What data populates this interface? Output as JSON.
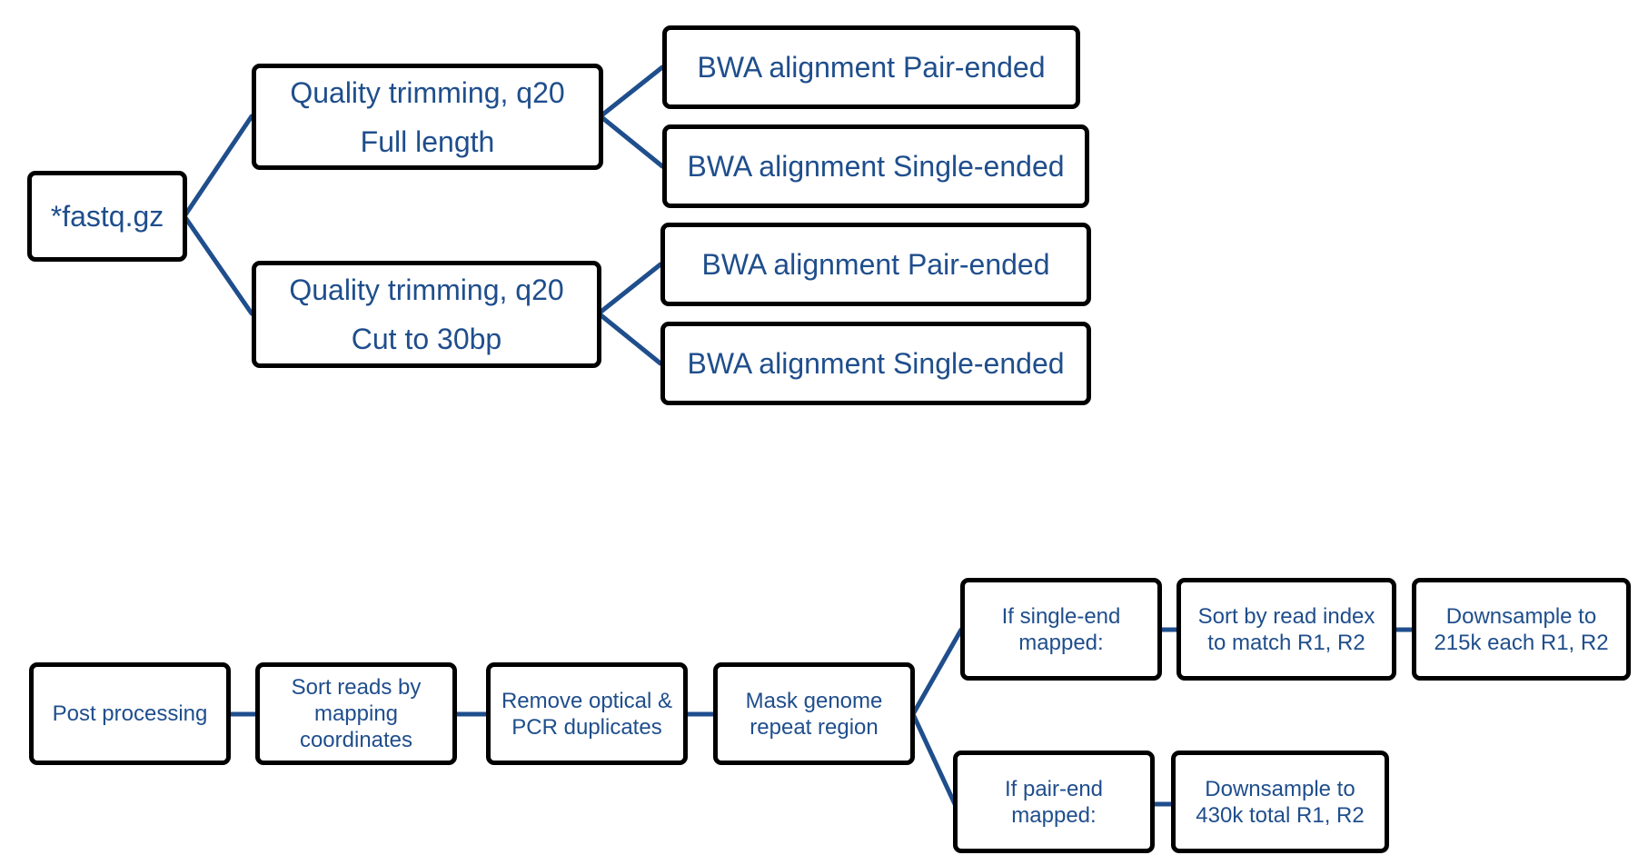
{
  "colors": {
    "box_text": "#1f4e8c",
    "connector": "#1f4e8c",
    "box_border": "#000000"
  },
  "top_flow": {
    "input": "*fastq.gz",
    "trim_full": {
      "line1": "Quality trimming, q20",
      "line2": "Full length"
    },
    "trim_cut": {
      "line1": "Quality trimming, q20",
      "line2": "Cut to 30bp"
    },
    "full_pair": "BWA alignment Pair-ended",
    "full_single": "BWA alignment Single-ended",
    "cut_pair": "BWA alignment Pair-ended",
    "cut_single": "BWA alignment Single-ended"
  },
  "bottom_flow": {
    "post_processing": "Post processing",
    "sort_coords": {
      "line1": "Sort reads by",
      "line2": "mapping",
      "line3": "coordinates"
    },
    "remove_dup": {
      "line1": "Remove optical &",
      "line2": "PCR duplicates"
    },
    "mask_repeat": {
      "line1": "Mask genome",
      "line2": "repeat region"
    },
    "single_end": {
      "line1": "If single-end",
      "line2": "mapped:"
    },
    "sort_index": {
      "line1": "Sort by read index",
      "line2": "to match R1, R2"
    },
    "downsample_215": {
      "line1": "Downsample to",
      "line2": "215k each R1, R2"
    },
    "pair_end": {
      "line1": "If pair-end",
      "line2": "mapped:"
    },
    "downsample_430": {
      "line1": "Downsample to",
      "line2": "430k total R1, R2"
    }
  }
}
